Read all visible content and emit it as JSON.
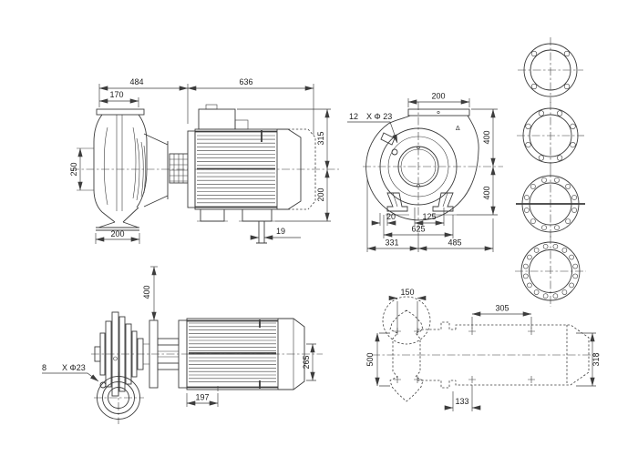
{
  "drawing": {
    "background": "#ffffff",
    "line_color": "#3c3c3c",
    "side": {
      "label": "pump-and-motor-side-view",
      "dims": {
        "a484": "484",
        "a170": "170",
        "a636": "636",
        "a250": "250",
        "a200s": "200",
        "a19": "19",
        "a315": "315",
        "a200h": "200"
      }
    },
    "end": {
      "label": "pump-end-view",
      "note_count": "12",
      "note_size": "X Φ 23",
      "marker": "Δ",
      "dims": {
        "a200": "200",
        "a400t": "400",
        "a400b": "400",
        "a20": "20",
        "a125": "125",
        "a625": "625",
        "a331": "331",
        "a485": "485"
      }
    },
    "flanges": {
      "label": "flange-drilling-views",
      "items": [
        {
          "holes": 4
        },
        {
          "holes": 8
        },
        {
          "holes": 12
        },
        {
          "holes": 16
        }
      ]
    },
    "top": {
      "label": "pump-and-motor-top-view",
      "note_count": "8",
      "note_size": "X Φ23",
      "dims": {
        "a400": "400",
        "a197": "197",
        "a265": "265"
      }
    },
    "footprint": {
      "label": "baseplate-footprint-view",
      "dims": {
        "a150": "150",
        "a305": "305",
        "a500": "500",
        "a318": "318",
        "a133": "133"
      }
    }
  }
}
